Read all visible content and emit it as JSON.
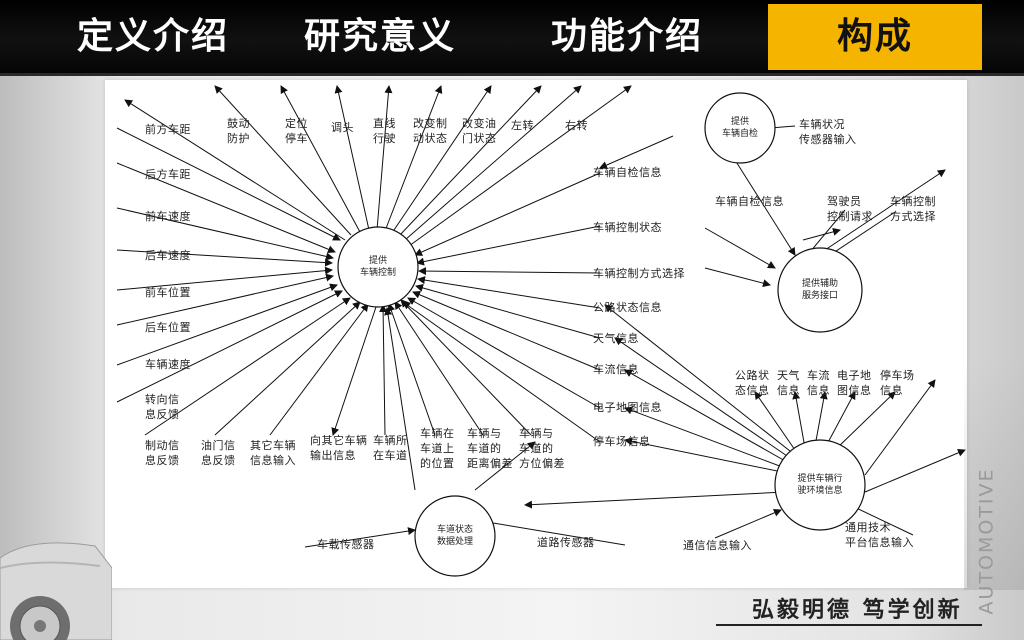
{
  "tabs": [
    {
      "label": "定义介绍",
      "active": false
    },
    {
      "label": "研究意义",
      "active": false
    },
    {
      "label": "功能介绍",
      "active": false
    },
    {
      "label": "构成",
      "active": true
    }
  ],
  "colors": {
    "accent": "#f5b400",
    "bar": "#000000"
  },
  "diagram": {
    "nodes": {
      "control": "提供\n车辆控制",
      "selfcheck": "提供\n车辆自检",
      "assist": "提供辅助\n服务接口",
      "road": "车道状态\n数据处理",
      "env": "提供车辆行\n驶环境信息"
    },
    "labels": {
      "front_dist": "前方车距",
      "brake": "鼓动\n防护",
      "locate": "定位\n停车",
      "turn": "调头",
      "straight": "直线\n行驶",
      "ctrl_state": "改变制\n动状态",
      "throttle": "改变油\n门状态",
      "left_turn": "左转",
      "right_turn": "右转",
      "rear_dist": "后方车距",
      "front_speed": "前车速度",
      "rear_speed": "后车速度",
      "front_pos": "前车位置",
      "rear_pos": "后车位置",
      "vehicle_speed": "车辆速度",
      "steer_fb": "转向信\n息反馈",
      "brake_fb": "制动信\n息反馈",
      "throttle_fb": "油门信\n息反馈",
      "other_in": "其它车辆\n信息输入",
      "other_out": "向其它车辆\n输出信息",
      "lane_loc": "车辆所\n在车道",
      "car_lane_pos": "车辆在\n车道上\n的位置",
      "car_lane_dist": "车辆与\n车道的\n距离偏差",
      "car_lane_dir": "车辆与\n车道的\n方位偏差",
      "self_check_info": "车辆自检信息",
      "ctrl_status": "车辆控制状态",
      "ctrl_mode_sel": "车辆控制方式选择",
      "road_status": "公路状态信息",
      "weather": "天气信息",
      "traffic": "车流信息",
      "emap": "电子地图信息",
      "parking": "停车场信息",
      "status_sensor": "车辆状况\n传感器输入",
      "self_check_info2": "车辆自检信息",
      "driver_req": "驾驶员\n控制请求",
      "ctrl_mode": "车辆控制\n方式选择",
      "svc_info": "公路状\n态信息",
      "svc_weather": "天气\n信息",
      "svc_traffic": "车流\n信息",
      "svc_map": "电子地\n图信息",
      "svc_parking": "停车场\n信息",
      "lane_sensor": "车载传感器",
      "road_sensor": "道路传感器",
      "comm_in": "通信信息输入",
      "platform_in": "通用技术\n平台信息输入"
    }
  },
  "footer": {
    "slogan": "弘毅明德  笃学创新",
    "vertical": "AUTOMOTIVE"
  }
}
